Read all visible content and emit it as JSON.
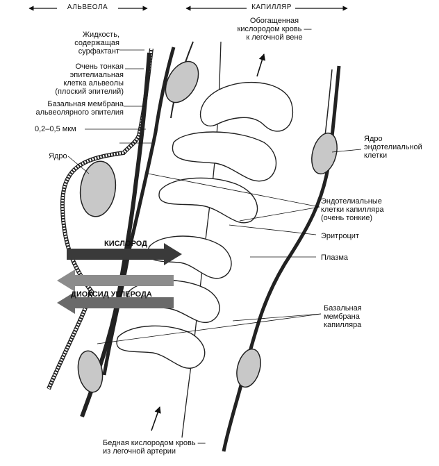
{
  "header": {
    "alveola": "АЛЬВЕОЛА",
    "capillary": "КАПИЛЛЯР"
  },
  "labels": {
    "fluid_surfactant": "Жидкость,\nсодержащая\nсурфактант",
    "epithelial_cell": "Очень тонкая\nэпителиальная\nклетка альвеолы\n(плоский эпителий)",
    "basal_membrane_alveolar": "Базальная мембрана\nальвеолярного эпителия",
    "thickness": "0,2–0,5 мкм",
    "nucleus": "Ядро",
    "oxygen_rich_blood": "Обогащенная\nкислородом кровь —\nк легочной вене",
    "endothelial_nucleus": "Ядро\nэндотелиальной\nклетки",
    "endothelial_cells": "Эндотелиальные\nклетки капилляра\n(очень тонкие)",
    "erythrocyte": "Эритроцит",
    "plasma": "Плазма",
    "basal_membrane_capillary": "Базальная\nмембрана\nкапилляра",
    "oxygen_poor_blood": "Бедная кислородом кровь —\nиз легочной артерии"
  },
  "arrows": {
    "oxygen": "КИСЛОРОД",
    "carbon_dioxide": "ДИОКСИД УГЛЕРОДА"
  },
  "colors": {
    "ink": "#111111",
    "nucleus_fill": "#c8c8c8",
    "oxygen_arrow": "#3a3a3a",
    "co2_arrow": "#8c8c8c"
  }
}
